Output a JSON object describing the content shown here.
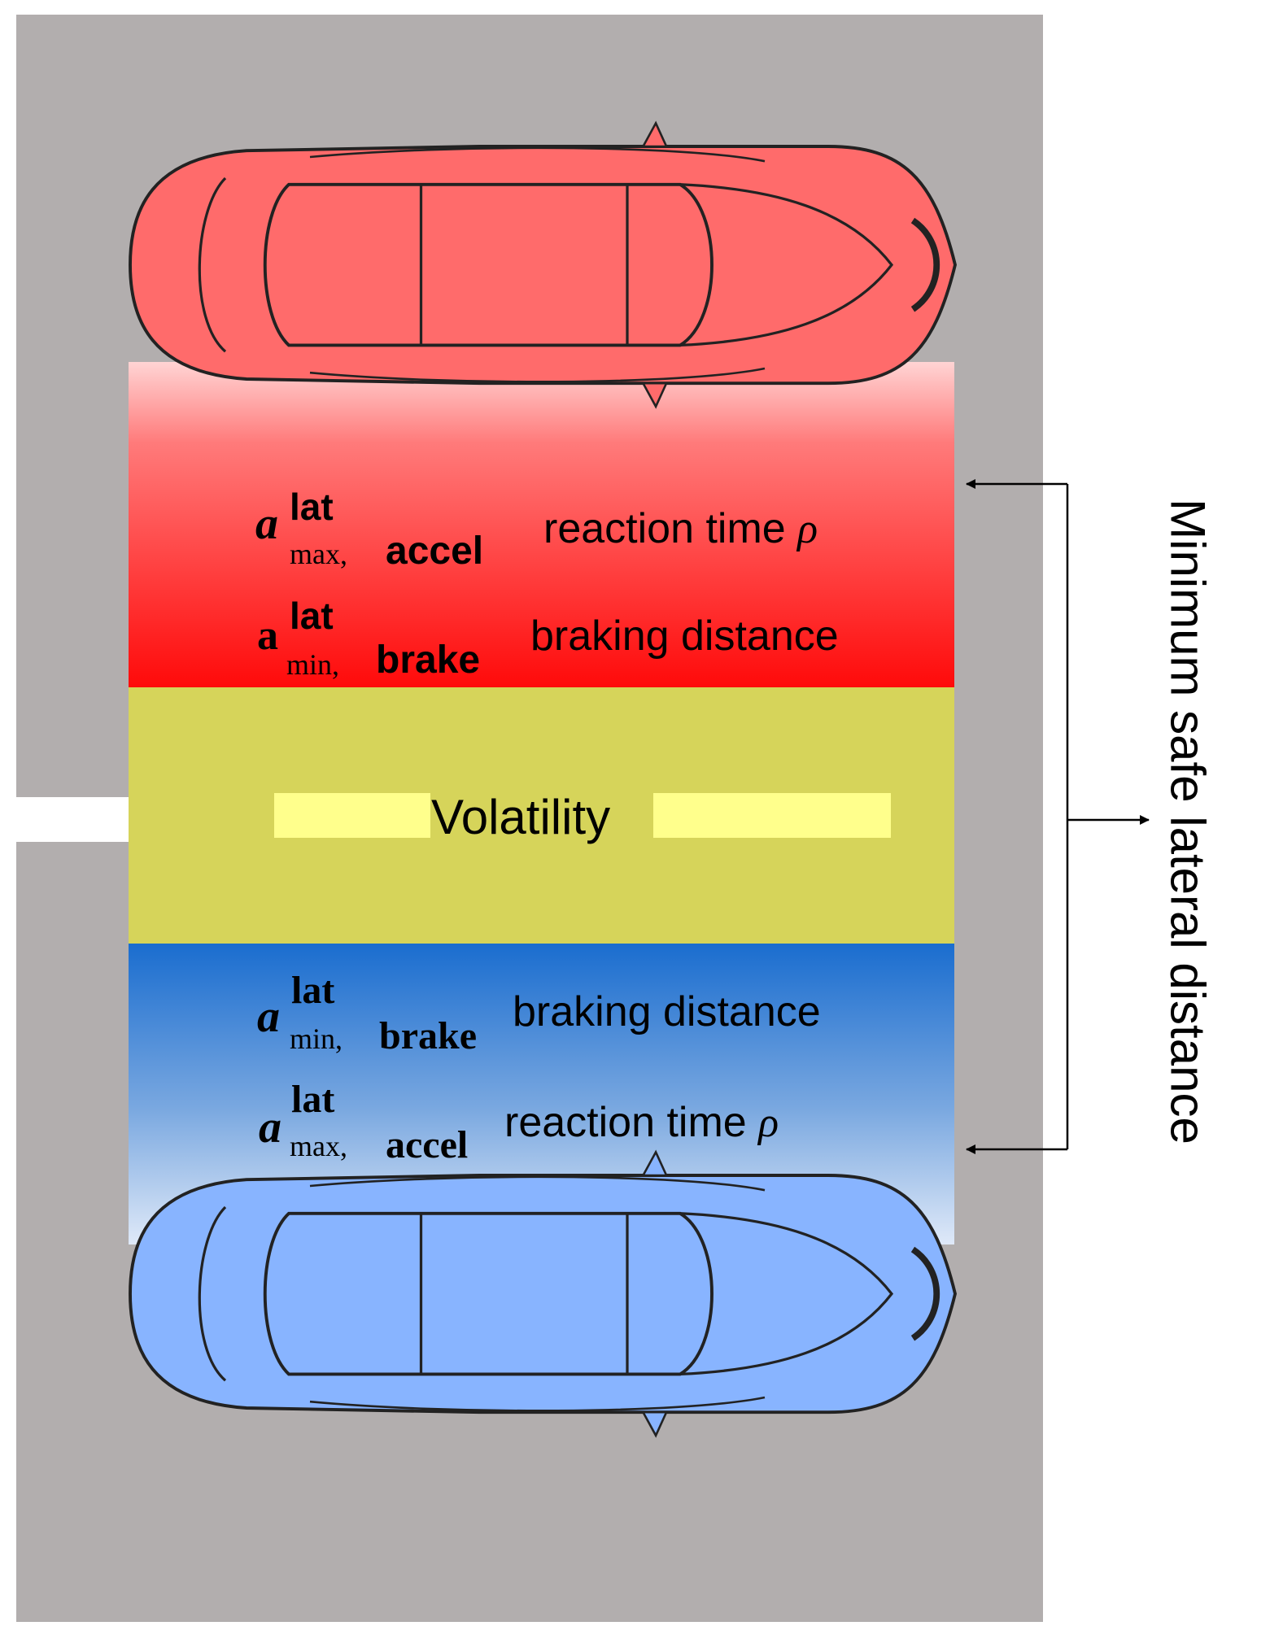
{
  "colors": {
    "road": "#b2aeae",
    "lane_marking": "#ffffff",
    "top_car": "#ff6b6b",
    "red_zone": "#ff1010",
    "volatility_zone": "#d6d45a",
    "volatility_highlight": "#ffff8c",
    "blue_zone": "#1e6fd0",
    "bottom_car": "#88b4ff"
  },
  "icons": [
    "car-top-view-icon",
    "double-arrow-icon",
    "arrow-right-icon"
  ],
  "top_zone": {
    "row1": {
      "symbol": "a",
      "superscript": "lat",
      "sub_part1": "max,",
      "sub_part2": "accel",
      "text": "reaction time ",
      "greek": "ρ"
    },
    "row2": {
      "symbol": "a",
      "superscript": "lat",
      "sub_part1": "min,",
      "sub_part2": "brake",
      "text": "braking distance"
    }
  },
  "volatility": {
    "label": "Volatility"
  },
  "bottom_zone": {
    "row1": {
      "symbol": "a",
      "superscript": "lat",
      "sub_part1": "min,",
      "sub_part2": "brake",
      "text": "braking distance"
    },
    "row2": {
      "symbol": "a",
      "superscript": "lat",
      "sub_part1": "max,",
      "sub_part2": "accel",
      "text": "reaction time ",
      "greek": "ρ"
    }
  },
  "side_label": "Minimum safe lateral distance"
}
